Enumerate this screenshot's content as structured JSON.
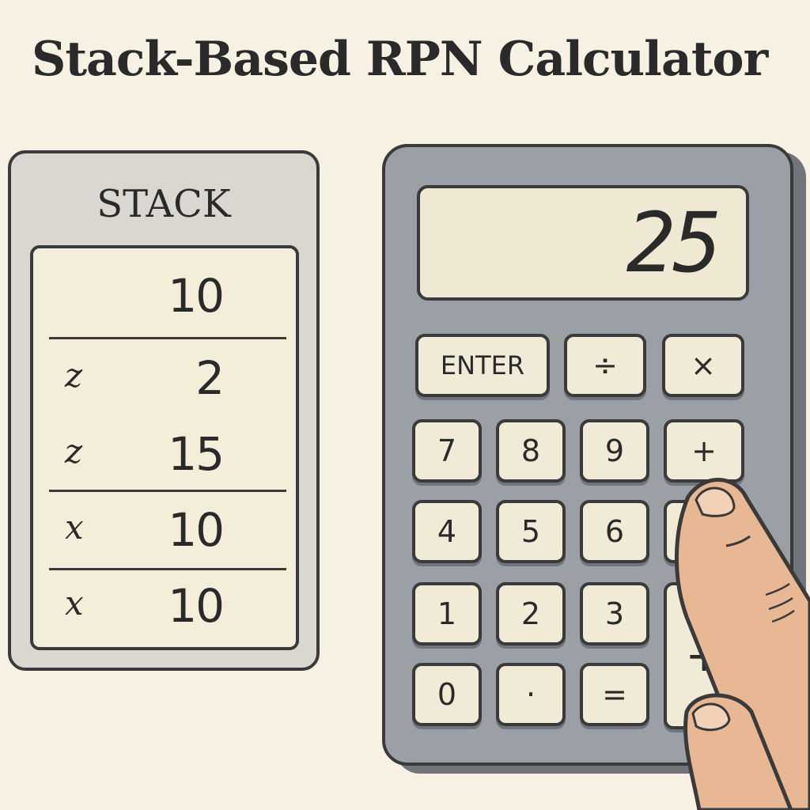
{
  "title": "Stack-Based RPN Calculator",
  "stack": {
    "heading": "STACK",
    "rows": [
      {
        "label": "",
        "value": "10"
      },
      {
        "label": "z",
        "value": "2"
      },
      {
        "label": "z",
        "value": "15"
      },
      {
        "label": "x",
        "value": "10"
      },
      {
        "label": "x",
        "value": "10"
      }
    ]
  },
  "calculator": {
    "display": "25",
    "keys": {
      "enter": "ENTER",
      "divide": "÷",
      "multiply": "×",
      "k7": "7",
      "k8": "8",
      "k9": "9",
      "add_top": "+",
      "k4": "4",
      "k5": "5",
      "k6": "6",
      "k1": "1",
      "k2": "2",
      "k3": "3",
      "add_large": "+",
      "k0": "0",
      "decimal": "·",
      "equals": "="
    }
  },
  "colors": {
    "background": "#f6f1e2",
    "calculator_body": "#9aa0a6",
    "key_face": "#f1ead6",
    "outline": "#3a3a3a",
    "skin": "#e8b894"
  }
}
